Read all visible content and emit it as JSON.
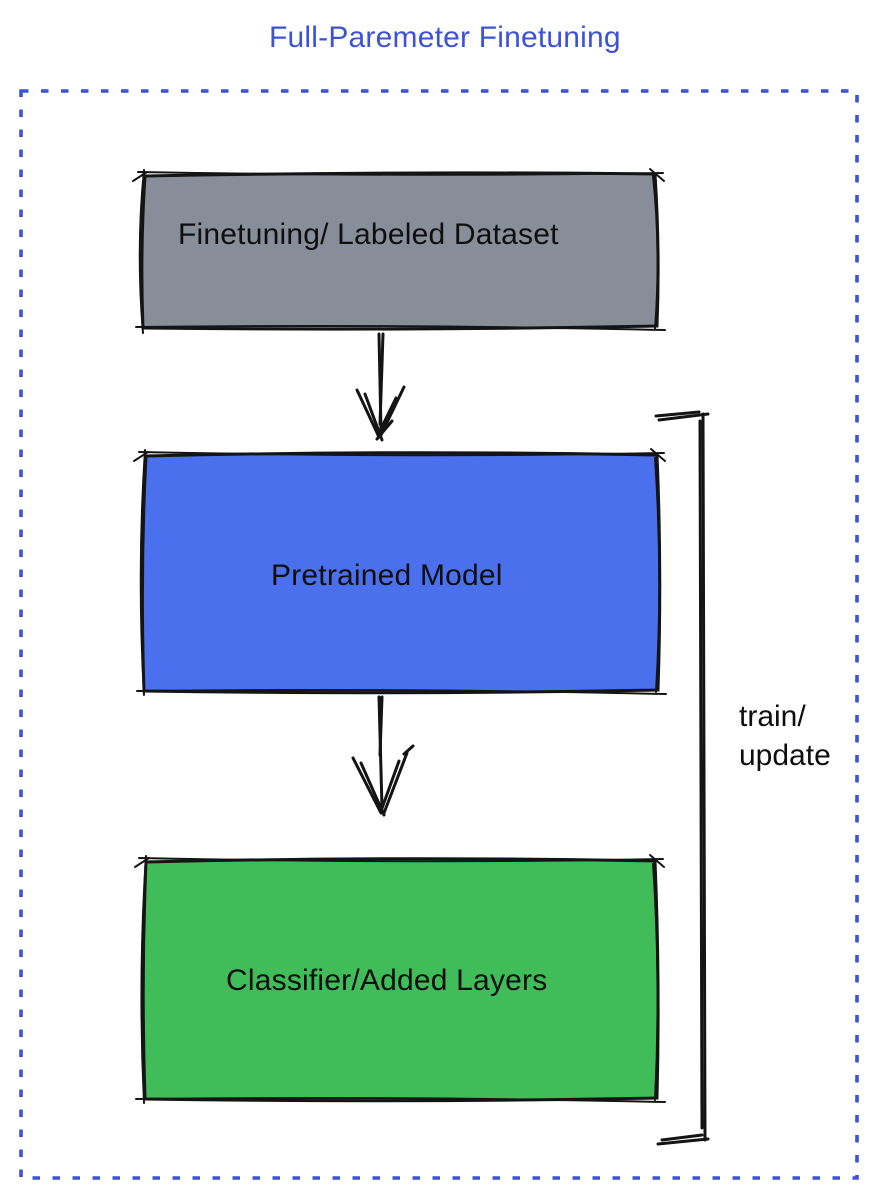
{
  "title": {
    "text": "Full-Paremeter Finetuning",
    "color": "#3C52D7"
  },
  "frame": {
    "style": "dotted",
    "border_color": "#3C52D7"
  },
  "nodes": [
    {
      "id": "finetuning-dataset",
      "label": "Finetuning/ Labeled Dataset",
      "fill": "#878E99"
    },
    {
      "id": "pretrained-model",
      "label": "Pretrained Model",
      "fill": "#4B70EE"
    },
    {
      "id": "classifier-added-layers",
      "label": "Classifier/Added Layers",
      "fill": "#40BC59"
    }
  ],
  "edges": [
    {
      "from": "finetuning-dataset",
      "to": "pretrained-model",
      "type": "arrow-down"
    },
    {
      "from": "pretrained-model",
      "to": "classifier-added-layers",
      "type": "arrow-down"
    }
  ],
  "bracket": {
    "spans": "pretrained-model + classifier-added-layers",
    "line1": "train/",
    "line2": "update",
    "ink": "#000000"
  }
}
